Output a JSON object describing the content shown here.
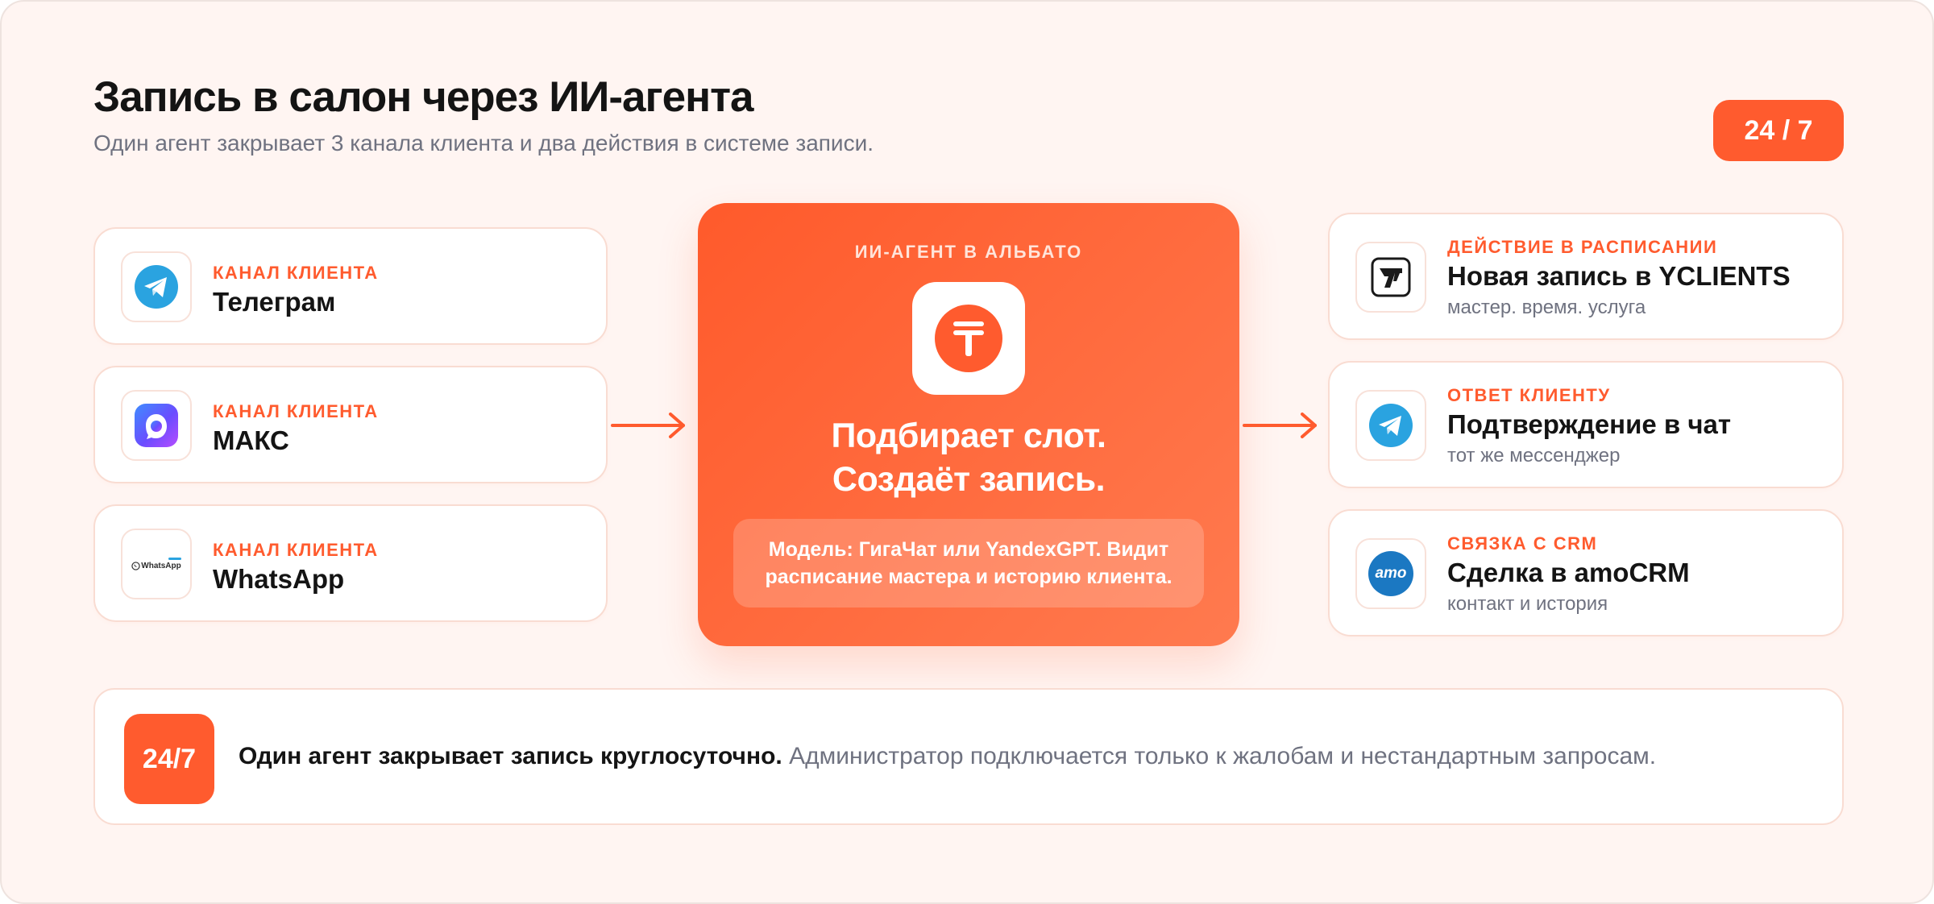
{
  "header": {
    "title": "Запись в салон через ИИ-агента",
    "subtitle": "Один агент закрывает 3 канала клиента и два действия в системе записи.",
    "badge": "24 / 7"
  },
  "channels": [
    {
      "tag": "КАНАЛ КЛИЕНТА",
      "name": "Телеграм",
      "icon": "telegram-icon"
    },
    {
      "tag": "КАНАЛ КЛИЕНТА",
      "name": "МАКС",
      "icon": "max-messenger-icon"
    },
    {
      "tag": "КАНАЛ КЛИЕНТА",
      "name": "WhatsApp",
      "icon": "whatsapp-logo",
      "logo_text": "WhatsApp"
    }
  ],
  "agent": {
    "tag": "ИИ-АГЕНТ В АЛЬБАТО",
    "icon": "albato-logo",
    "headline_1": "Подбирает слот.",
    "headline_2": "Создаёт запись.",
    "model_1": "Модель: ГигаЧат или YandexGPT. Видит",
    "model_2": "расписание мастера и историю клиента."
  },
  "actions": [
    {
      "tag": "ДЕЙСТВИЕ В РАСПИСАНИИ",
      "name": "Новая запись в YCLIENTS",
      "note": "мастер. время. услуга",
      "icon": "yclients-icon"
    },
    {
      "tag": "ОТВЕТ КЛИЕНТУ",
      "name": "Подтверждение в чат",
      "note": "тот же мессенджер",
      "icon": "telegram-icon"
    },
    {
      "tag": "СВЯЗКА С CRM",
      "name": "Сделка в amoCRM",
      "note": "контакт и история",
      "icon": "amocrm-icon",
      "logo_text": "amo"
    }
  ],
  "banner": {
    "badge": "24/7",
    "bold": "Один агент закрывает запись круглосуточно.",
    "rest": " Администратор подключается только к жалобам и нестандартным запросам."
  },
  "colors": {
    "accent": "#ff5b2e",
    "background": "#fff5f2",
    "card_border": "#f9dcd2",
    "telegram": "#2aa3e0",
    "amocrm": "#1b78c2"
  }
}
